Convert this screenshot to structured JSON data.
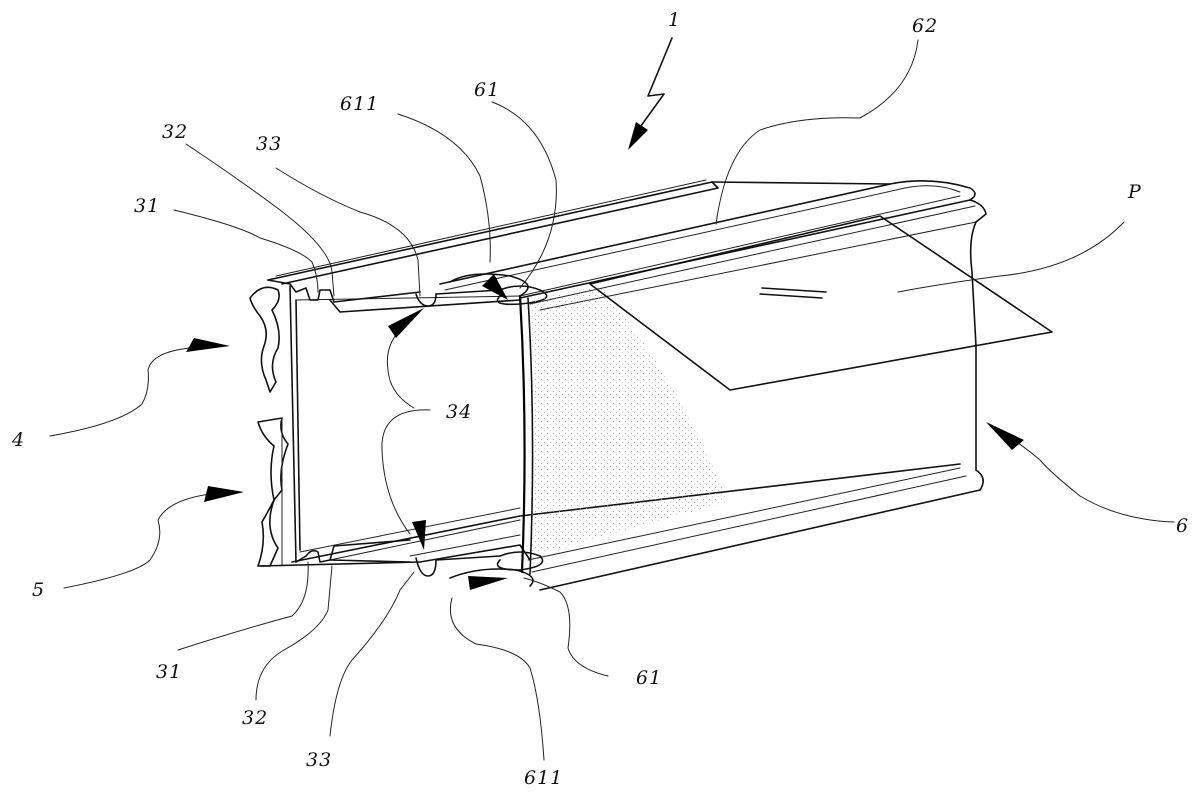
{
  "figure": {
    "labels": {
      "assembly": "1",
      "part_4": "4",
      "part_5": "5",
      "part_6": "6",
      "poster": "P",
      "sub_31_top": "31",
      "sub_32_top": "32",
      "sub_33_top": "33",
      "sub_34": "34",
      "sub_611_top": "611",
      "sub_61_top": "61",
      "sub_62": "62",
      "sub_31_bottom": "31",
      "sub_32_bottom": "32",
      "sub_33_bottom": "33",
      "sub_61_bottom": "61",
      "sub_611_bottom": "611"
    },
    "colors": {
      "line": "#111111",
      "stipple": "#9a9a9a",
      "background": "#ffffff"
    }
  }
}
